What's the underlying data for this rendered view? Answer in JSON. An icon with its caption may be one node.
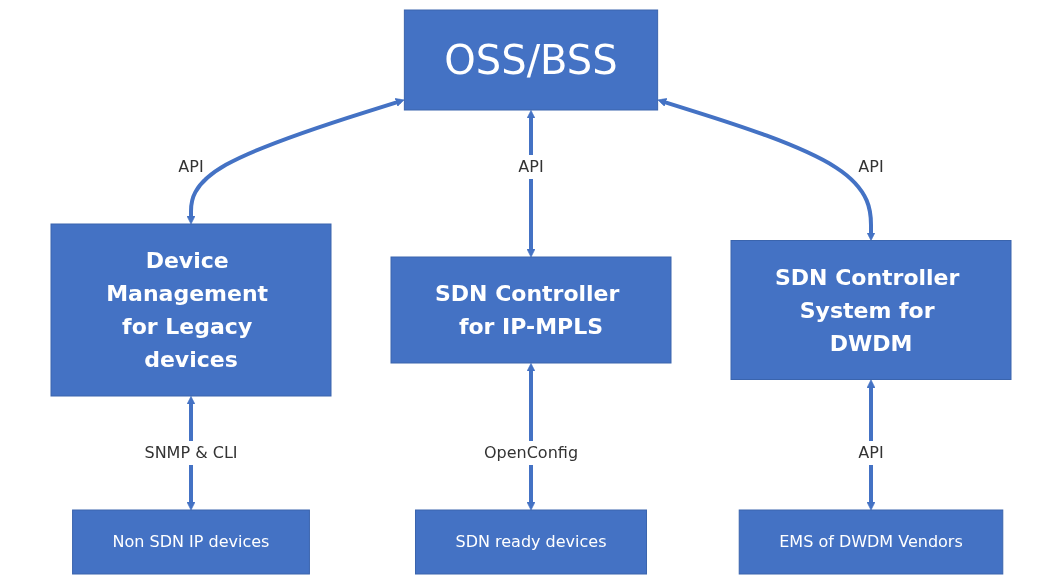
{
  "diagram": {
    "nodes": [
      {
        "text": [
          "OSS/BSS"
        ]
      },
      {
        "text": [
          "Device Management for Legacy devices"
        ]
      },
      {
        "text": [
          "SDN Controller for IP-MPLS"
        ]
      },
      {
        "text": [
          "SDN Controller System for DWDM"
        ]
      },
      {
        "text": [
          "Non SDN IP devices"
        ]
      },
      {
        "text": [
          "SDN ready devices"
        ]
      },
      {
        "text": [
          "EMS of DWDM Vendors"
        ]
      }
    ],
    "edges": [
      {
        "from": 0,
        "to": 1,
        "arrow": "both",
        "label": "API"
      },
      {
        "from": 0,
        "to": 2,
        "arrow": "both",
        "label": "API"
      },
      {
        "from": 0,
        "to": 3,
        "arrow": "both",
        "label": "API"
      },
      {
        "from": 1,
        "to": 4,
        "arrow": "both",
        "label": "SNMP & CLI"
      },
      {
        "from": 2,
        "to": 5,
        "arrow": "both",
        "label": "OpenConfig"
      },
      {
        "from": 3,
        "to": 6,
        "arrow": "both",
        "label": "API"
      }
    ]
  }
}
